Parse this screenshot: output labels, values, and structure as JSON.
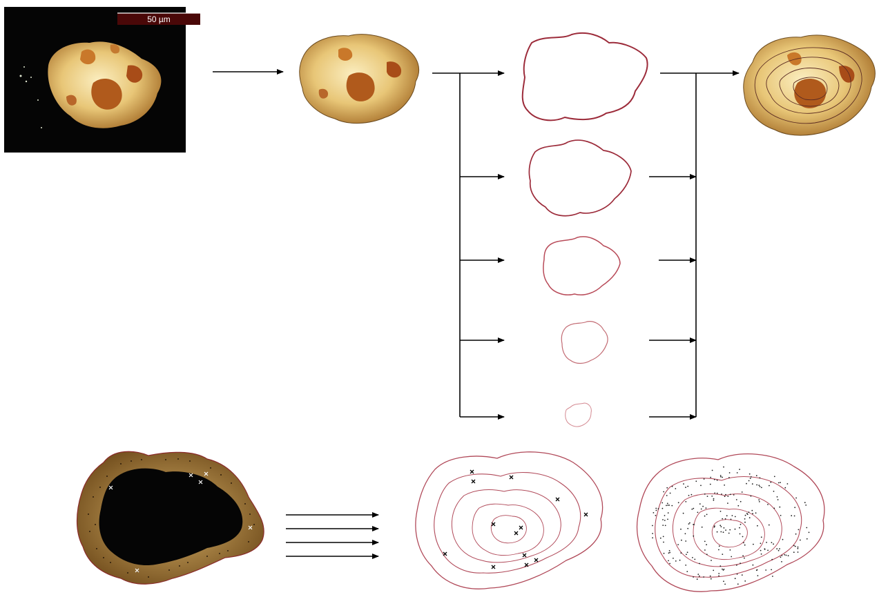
{
  "micrograph": {
    "scale_bar_label": "50 µm"
  },
  "colors": {
    "background": "#ffffff",
    "contour": "#9c2b3a",
    "contour_light": "#c26a72",
    "arrow": "#000000",
    "particle_light": "#f3dc9c",
    "particle_mid": "#d7a84a",
    "particle_dark": "#8c3c12",
    "scale_bar_fill": "#4a0808",
    "micrograph_bg": "#050505"
  },
  "icons": {
    "flow_arrow": "arrow-right-icon",
    "sample_mark": "cross-mark-icon",
    "scatter_point": "dot-icon"
  },
  "diagram": {
    "contour_levels": 5,
    "parallel_arrows": 4
  }
}
